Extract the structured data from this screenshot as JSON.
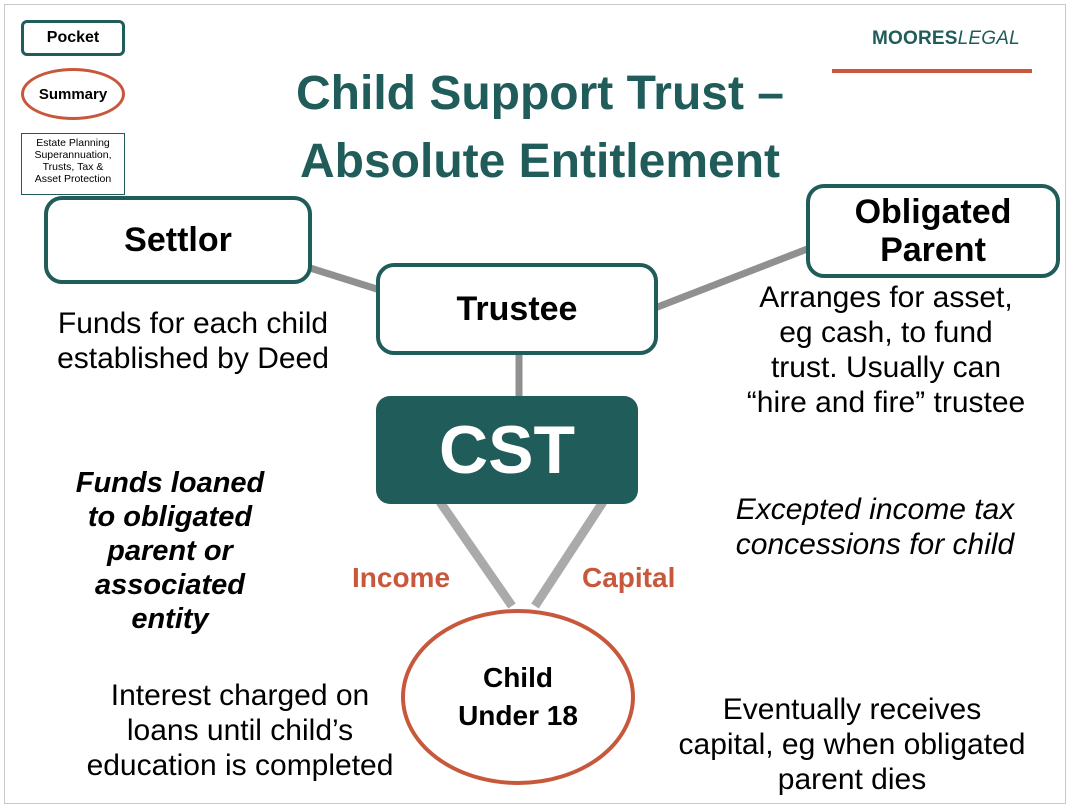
{
  "nav": {
    "pocket": "Pocket",
    "summary": "Summary",
    "estate_lines": [
      "Estate Planning",
      "Superannuation,",
      "Trusts, Tax &",
      "Asset Protection"
    ]
  },
  "logo": {
    "bold": "MOORES",
    "light": "LEGAL"
  },
  "title": {
    "line1": "Child Support Trust –",
    "line2": "Absolute Entitlement"
  },
  "nodes": {
    "settlor": "Settlor",
    "trustee": "Trustee",
    "obligated_line1": "Obligated",
    "obligated_line2": "Parent",
    "cst": "CST",
    "child_line1": "Child",
    "child_line2": "Under 18"
  },
  "edge_labels": {
    "income": "Income",
    "capital": "Capital"
  },
  "notes": {
    "settlor": [
      "Funds for each child",
      "established by Deed"
    ],
    "obligated": [
      "Arranges for asset,",
      "eg cash, to fund",
      "trust.  Usually can",
      "“hire and fire” trustee"
    ],
    "loans": [
      "Funds loaned",
      "to obligated",
      "parent or",
      "associated",
      "entity"
    ],
    "tax": [
      "Excepted income tax",
      "concessions for child"
    ],
    "interest": [
      "Interest charged on",
      "loans until child’s",
      "education is completed"
    ],
    "capital": [
      "Eventually receives",
      "capital, eg when obligated",
      "parent dies"
    ]
  },
  "colors": {
    "teal": "#1f5c5a",
    "accent": "#c8583b",
    "connector": "#909090"
  }
}
